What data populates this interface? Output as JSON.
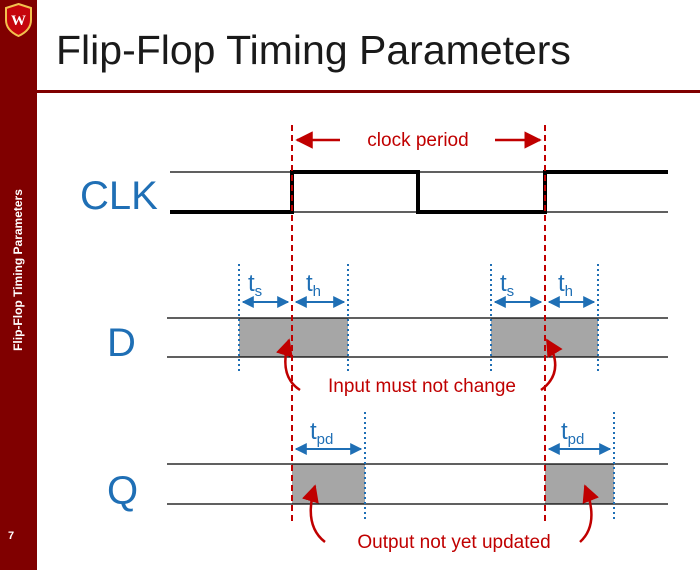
{
  "sidebar": {
    "label": "Flip-Flop Timing Parameters",
    "page_number": "7",
    "logo_letter": "W"
  },
  "title": "Flip-Flop Timing Parameters",
  "signals": {
    "clk": "CLK",
    "d": "D",
    "q": "Q"
  },
  "annotations": {
    "clock_period": "clock period",
    "input_constraint": "Input must not change",
    "output_constraint": "Output not yet updated"
  },
  "timing_labels": {
    "t_base": "t",
    "setup_sub": "s",
    "hold_sub": "h",
    "pd_sub": "pd"
  },
  "colors": {
    "accent": "#800000",
    "signal_blue": "#1f6fb5",
    "annotation_red": "#c00000",
    "window_gray": "#a6a6a6"
  }
}
